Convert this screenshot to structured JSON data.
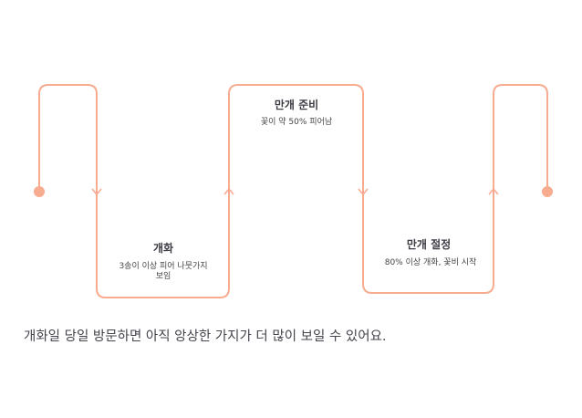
{
  "colors": {
    "path": "#f7ab8f",
    "dot": "#f7ab8f",
    "title": "#3d3d45",
    "text": "#444444"
  },
  "stages": [
    {
      "title": "개화",
      "description": "3송이 이상 피어 나뭇가지 보임"
    },
    {
      "title": "만개 준비",
      "description": "꽃이 약 50% 피어남"
    },
    {
      "title": "만개 절정",
      "description": "80% 이상 개화, 꽃비 시작"
    }
  ],
  "caption": "개화일 당일 방문하면 아직 앙상한 가지가 더 많이 보일 수 있어요."
}
